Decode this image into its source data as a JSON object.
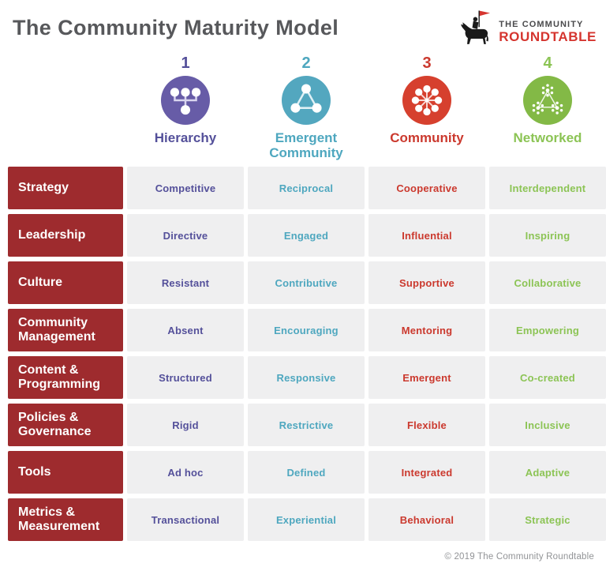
{
  "page": {
    "title": "The Community Maturity Model",
    "footer": "© 2019 The Community Roundtable"
  },
  "logo": {
    "line1": "THE COMMUNITY",
    "line2": "ROUNDTABLE",
    "knight_icon": "knight-on-horse-with-flag",
    "flag_color": "#d5352f",
    "silhouette_color": "#1a1a1a"
  },
  "colors": {
    "title_text": "#57585b",
    "row_header_bg": "#9e2b2e",
    "row_header_text": "#ffffff",
    "cell_bg": "#efeff0",
    "footer_text": "#919396"
  },
  "columns": [
    {
      "number": "1",
      "label": "Hierarchy",
      "color": "#54509a",
      "icon_bg": "#675ca7",
      "icon": "hierarchy-icon"
    },
    {
      "number": "2",
      "label": "Emergent Community",
      "color": "#4ea7bf",
      "icon_bg": "#53a7bf",
      "icon": "triangle-network-icon"
    },
    {
      "number": "3",
      "label": "Community",
      "color": "#cb392e",
      "icon_bg": "#d6402e",
      "icon": "hub-spoke-icon"
    },
    {
      "number": "4",
      "label": "Networked",
      "color": "#8cc455",
      "icon_bg": "#83b946",
      "icon": "cluster-network-icon"
    }
  ],
  "rows": [
    {
      "label": "Strategy",
      "values": [
        "Competitive",
        "Reciprocal",
        "Cooperative",
        "Interdependent"
      ]
    },
    {
      "label": "Leadership",
      "values": [
        "Directive",
        "Engaged",
        "Influential",
        "Inspiring"
      ]
    },
    {
      "label": "Culture",
      "values": [
        "Resistant",
        "Contributive",
        "Supportive",
        "Collaborative"
      ]
    },
    {
      "label": "Community Management",
      "values": [
        "Absent",
        "Encouraging",
        "Mentoring",
        "Empowering"
      ]
    },
    {
      "label": "Content & Programming",
      "values": [
        "Structured",
        "Responsive",
        "Emergent",
        "Co-created"
      ]
    },
    {
      "label": "Policies & Governance",
      "values": [
        "Rigid",
        "Restrictive",
        "Flexible",
        "Inclusive"
      ]
    },
    {
      "label": "Tools",
      "values": [
        "Ad hoc",
        "Defined",
        "Integrated",
        "Adaptive"
      ]
    },
    {
      "label": "Metrics & Measurement",
      "values": [
        "Transactional",
        "Experiential",
        "Behavioral",
        "Strategic"
      ]
    }
  ]
}
